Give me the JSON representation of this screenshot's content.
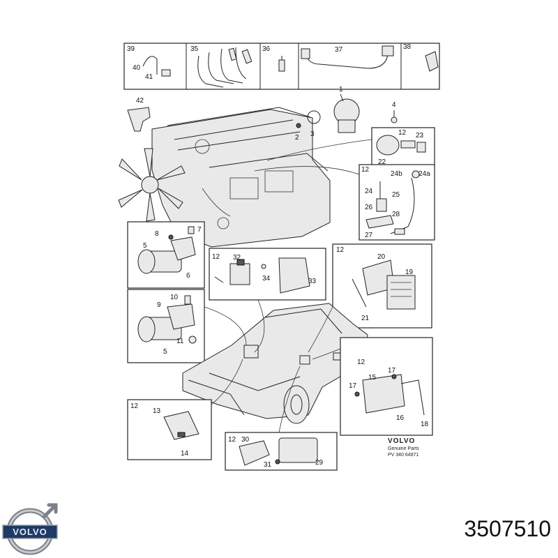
{
  "labels": {
    "l1": "1",
    "l2": "2",
    "l3": "3",
    "l4": "4",
    "l5a": "5",
    "l5b": "5",
    "l6": "6",
    "l7": "7",
    "l8": "8",
    "l9": "9",
    "l10": "10",
    "l11": "11",
    "l12a": "12",
    "l12b": "12",
    "l12c": "12",
    "l12d": "12",
    "l12e": "12",
    "l12f": "12",
    "l12g": "12",
    "l13": "13",
    "l14": "14",
    "l15": "15",
    "l16": "16",
    "l17a": "17",
    "l17b": "17",
    "l18": "18",
    "l19": "19",
    "l20": "20",
    "l21": "21",
    "l22": "22",
    "l23": "23",
    "l24": "24",
    "l24a": "24a",
    "l24b": "24b",
    "l25": "25",
    "l26": "26",
    "l27": "27",
    "l28": "28",
    "l29": "29",
    "l30": "30",
    "l31": "31",
    "l32": "32",
    "l33": "33",
    "l34": "34",
    "l35": "35",
    "l36": "36",
    "l37": "37",
    "l38": "38",
    "l39": "39",
    "l40": "40",
    "l41": "41",
    "l42": "42"
  },
  "stamp": {
    "brand": "VOLVO",
    "subtitle": "Genuine Parts",
    "code": "PV 340 64871"
  },
  "logo": {
    "text": "VOLVO"
  },
  "part_number": "3507510"
}
